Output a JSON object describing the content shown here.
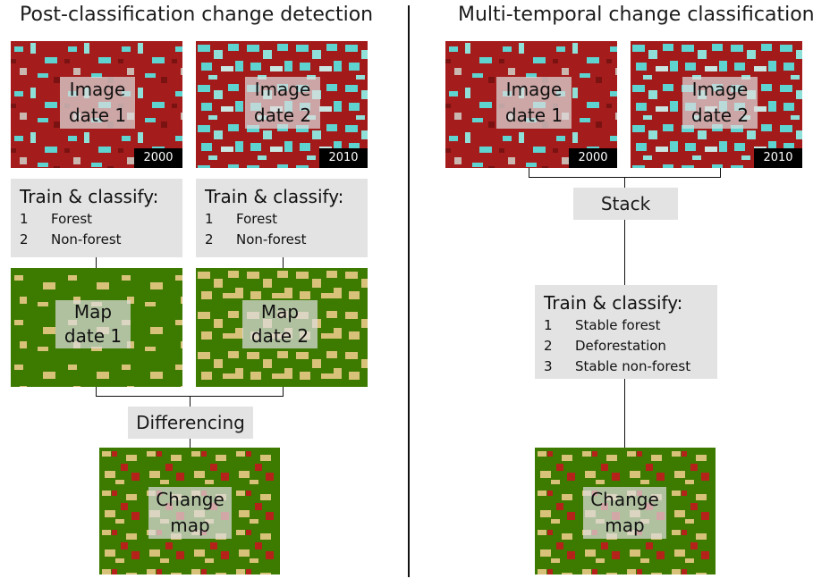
{
  "left": {
    "title": "Post-classification change detection",
    "image1": {
      "label_line1": "Image",
      "label_line2": "date 1",
      "year": "2000"
    },
    "image2": {
      "label_line1": "Image",
      "label_line2": "date 2",
      "year": "2010"
    },
    "classify1": {
      "title": "Train & classify:",
      "classes": [
        {
          "num": "1",
          "name": "Forest"
        },
        {
          "num": "2",
          "name": "Non-forest"
        }
      ]
    },
    "classify2": {
      "title": "Train & classify:",
      "classes": [
        {
          "num": "1",
          "name": "Forest"
        },
        {
          "num": "2",
          "name": "Non-forest"
        }
      ]
    },
    "map1": {
      "label_line1": "Map",
      "label_line2": "date 1"
    },
    "map2": {
      "label_line1": "Map",
      "label_line2": "date 2"
    },
    "differencing": "Differencing",
    "change_map": {
      "label_line1": "Change",
      "label_line2": "map"
    }
  },
  "right": {
    "title": "Multi-temporal change classification",
    "image1": {
      "label_line1": "Image",
      "label_line2": "date 1",
      "year": "2000"
    },
    "image2": {
      "label_line1": "Image",
      "label_line2": "date 2",
      "year": "2010"
    },
    "stack": "Stack",
    "classify": {
      "title": "Train & classify:",
      "classes": [
        {
          "num": "1",
          "name": "Stable forest"
        },
        {
          "num": "2",
          "name": "Deforestation"
        },
        {
          "num": "3",
          "name": "Stable non-forest"
        }
      ]
    },
    "change_map": {
      "label_line1": "Change",
      "label_line2": "map"
    }
  },
  "colors": {
    "satellite_red": "#a51c1c",
    "satellite_cyan": "#5fd3cf",
    "forest_green": "#3d7a00",
    "nonforest_tan": "#d8c27a",
    "deforestation_red": "#b5221a"
  }
}
